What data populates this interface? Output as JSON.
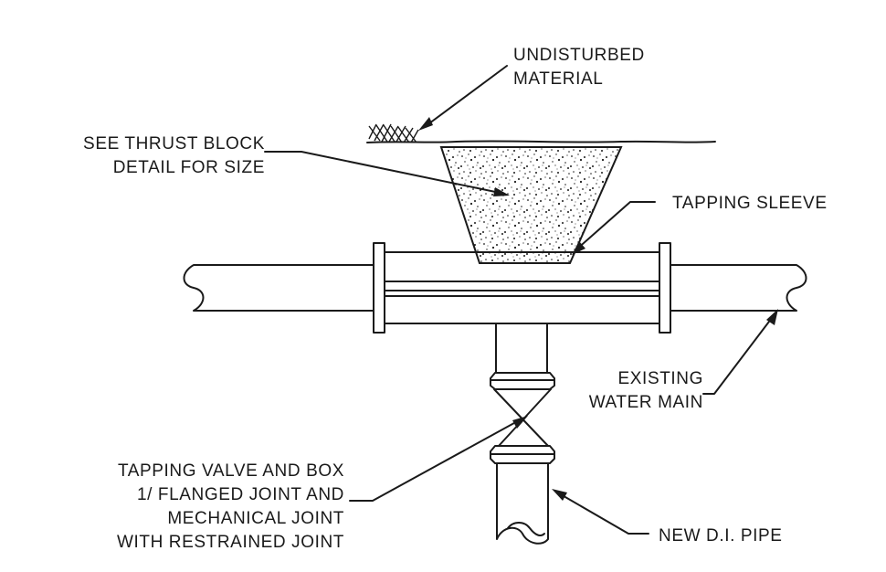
{
  "labels": {
    "undisturbed_1": "UNDISTURBED",
    "undisturbed_2": "MATERIAL",
    "thrust_1": "SEE THRUST BLOCK",
    "thrust_2": "DETAIL FOR SIZE",
    "sleeve": "TAPPING SLEEVE",
    "main_1": "EXISTING",
    "main_2": "WATER MAIN",
    "valve_1": "TAPPING VALVE AND BOX",
    "valve_2": "1/ FLANGED JOINT AND",
    "valve_3": "MECHANICAL JOINT",
    "valve_4": "WITH RESTRAINED JOINT",
    "pipe": "NEW D.I. PIPE"
  },
  "colors": {
    "ink": "#1a1a1a",
    "paper": "#ffffff"
  }
}
